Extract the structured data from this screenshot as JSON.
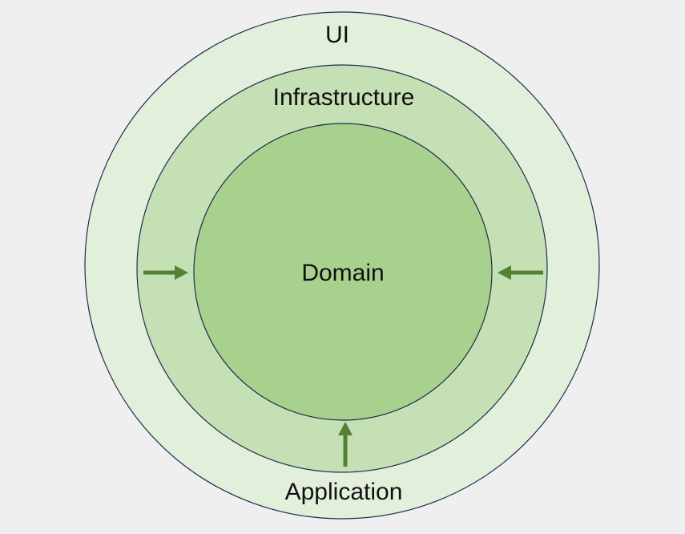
{
  "diagram": {
    "layers": {
      "ui": "UI",
      "infrastructure": "Infrastructure",
      "domain": "Domain",
      "application": "Application"
    },
    "colors": {
      "background": "#efefef",
      "outer_ring": "#e2efda",
      "middle_ring": "#c5e0b4",
      "inner_circle": "#a9d18e",
      "outline": "#1f2d4e",
      "arrow": "#548235"
    },
    "arrows": [
      {
        "name": "left-arrow",
        "direction": "right"
      },
      {
        "name": "right-arrow",
        "direction": "left"
      },
      {
        "name": "bottom-arrow",
        "direction": "up"
      }
    ]
  }
}
